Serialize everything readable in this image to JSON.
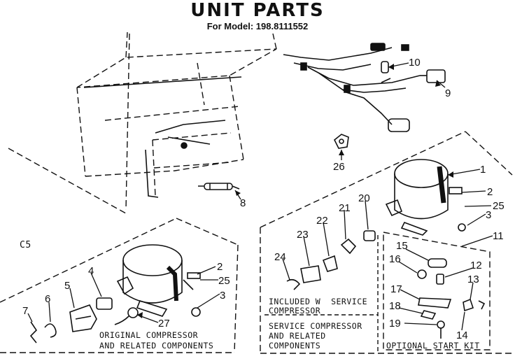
{
  "header": {
    "title": "UNIT PARTS",
    "model_line": "For Model: 198.8111552"
  },
  "section_code": "C5",
  "captions": {
    "original_compressor": "ORIGINAL COMPRESSOR",
    "related_components": "AND RELATED COMPONENTS",
    "included_line1": "INCLUDED W  SERVICE",
    "included_line2": "COMPRESSOR",
    "service_line1": "SERVICE COMPRESSOR",
    "service_line2": "AND RELATED",
    "service_line3": "COMPONENTS",
    "optional_kit": "OPTIONAL START KIT"
  },
  "part_numbers": {
    "p1": "1",
    "p2a": "2",
    "p2b": "2",
    "p3a": "3",
    "p3b": "3",
    "p4": "4",
    "p5": "5",
    "p6": "6",
    "p7": "7",
    "p8": "8",
    "p9": "9",
    "p10": "10",
    "p11": "11",
    "p12": "12",
    "p13": "13",
    "p14": "14",
    "p15": "15",
    "p16": "16",
    "p17": "17",
    "p18": "18",
    "p19": "19",
    "p20": "20",
    "p21": "21",
    "p22": "22",
    "p23": "23",
    "p24": "24",
    "p25a": "25",
    "p25b": "25",
    "p26": "26",
    "p27": "27"
  },
  "colors": {
    "ink": "#111111",
    "paper": "#ffffff"
  }
}
